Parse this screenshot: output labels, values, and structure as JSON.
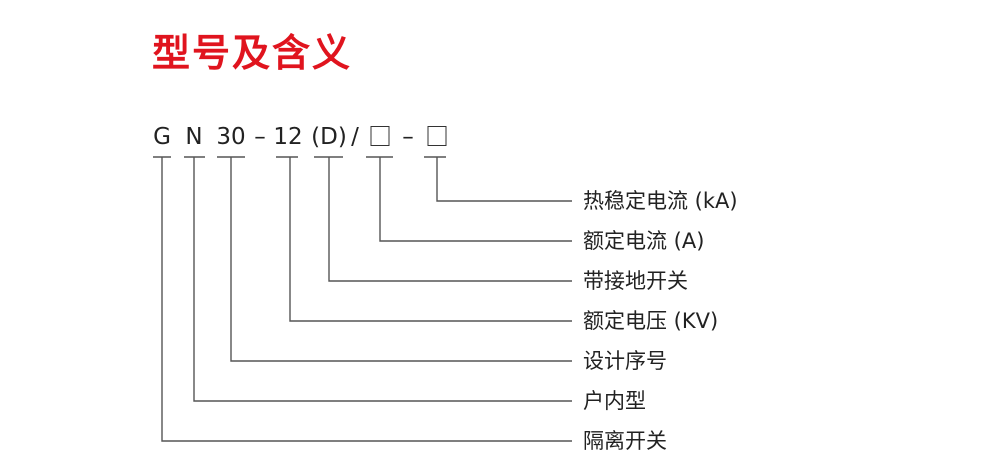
{
  "title": "型号及含义",
  "accent_color": "#e0141e",
  "code_tokens": [
    "G",
    "N",
    "30",
    "–",
    "12",
    "(D)",
    "/",
    "□",
    "–",
    "□"
  ],
  "labels": [
    "热稳定电流 (kA)",
    "额定电流 (A)",
    "带接地开关",
    "额定电压 (KV)",
    "设计序号",
    "户内型",
    "隔离开关"
  ]
}
